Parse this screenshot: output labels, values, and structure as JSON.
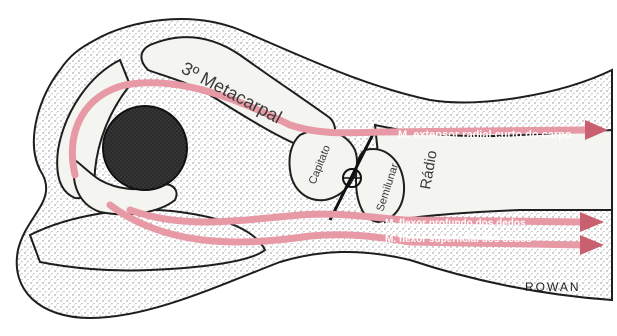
{
  "labels": {
    "metacarpal": "3º Metacarpal",
    "capitate": "Capitato",
    "lunate": "Semilunar",
    "radius": "Rádio"
  },
  "muscles": {
    "extensor": "M. extensor radial curto do carpo",
    "flexor_profundus": "M. flexor profundo dos dedos",
    "flexor_superficialis": "M. flexor superficial dos dedos"
  },
  "signature": "ROWAN",
  "colors": {
    "tendon": "#e79aa5",
    "tendon_dark": "#c9606f",
    "bone": "#f4f4f0",
    "bone_outline": "#1e1e1e",
    "ball": "#1a1a1a",
    "skin_stipple": "#9a9a9a"
  }
}
